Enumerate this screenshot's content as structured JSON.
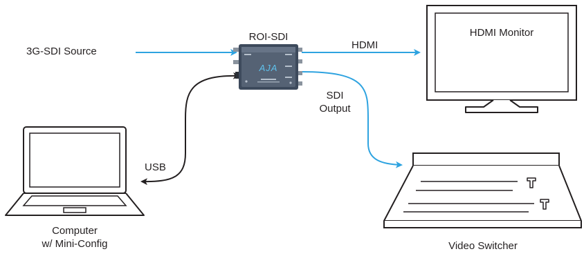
{
  "colors": {
    "signal_line": "#2ea3e0",
    "usb_line": "#231f20",
    "outline": "#231f20",
    "device_body": "#3d4a5c",
    "device_face": "#556274",
    "device_logo": "#5fc1ec"
  },
  "nodes": {
    "source_label": "3G-SDI Source",
    "device_label": "ROI-SDI",
    "device_logo": "AJA",
    "monitor_label": "HDMI Monitor",
    "computer_label_line1": "Computer",
    "computer_label_line2": "w/ Mini-Config",
    "switcher_label": "Video Switcher"
  },
  "edges": {
    "hdmi_label": "HDMI",
    "sdi_label_line1": "SDI",
    "sdi_label_line2": "Output",
    "usb_label": "USB"
  },
  "icons": {
    "device": "aja-roi-sdi-converter-icon",
    "monitor": "monitor-icon",
    "laptop": "laptop-icon",
    "switcher": "video-switcher-icon"
  }
}
